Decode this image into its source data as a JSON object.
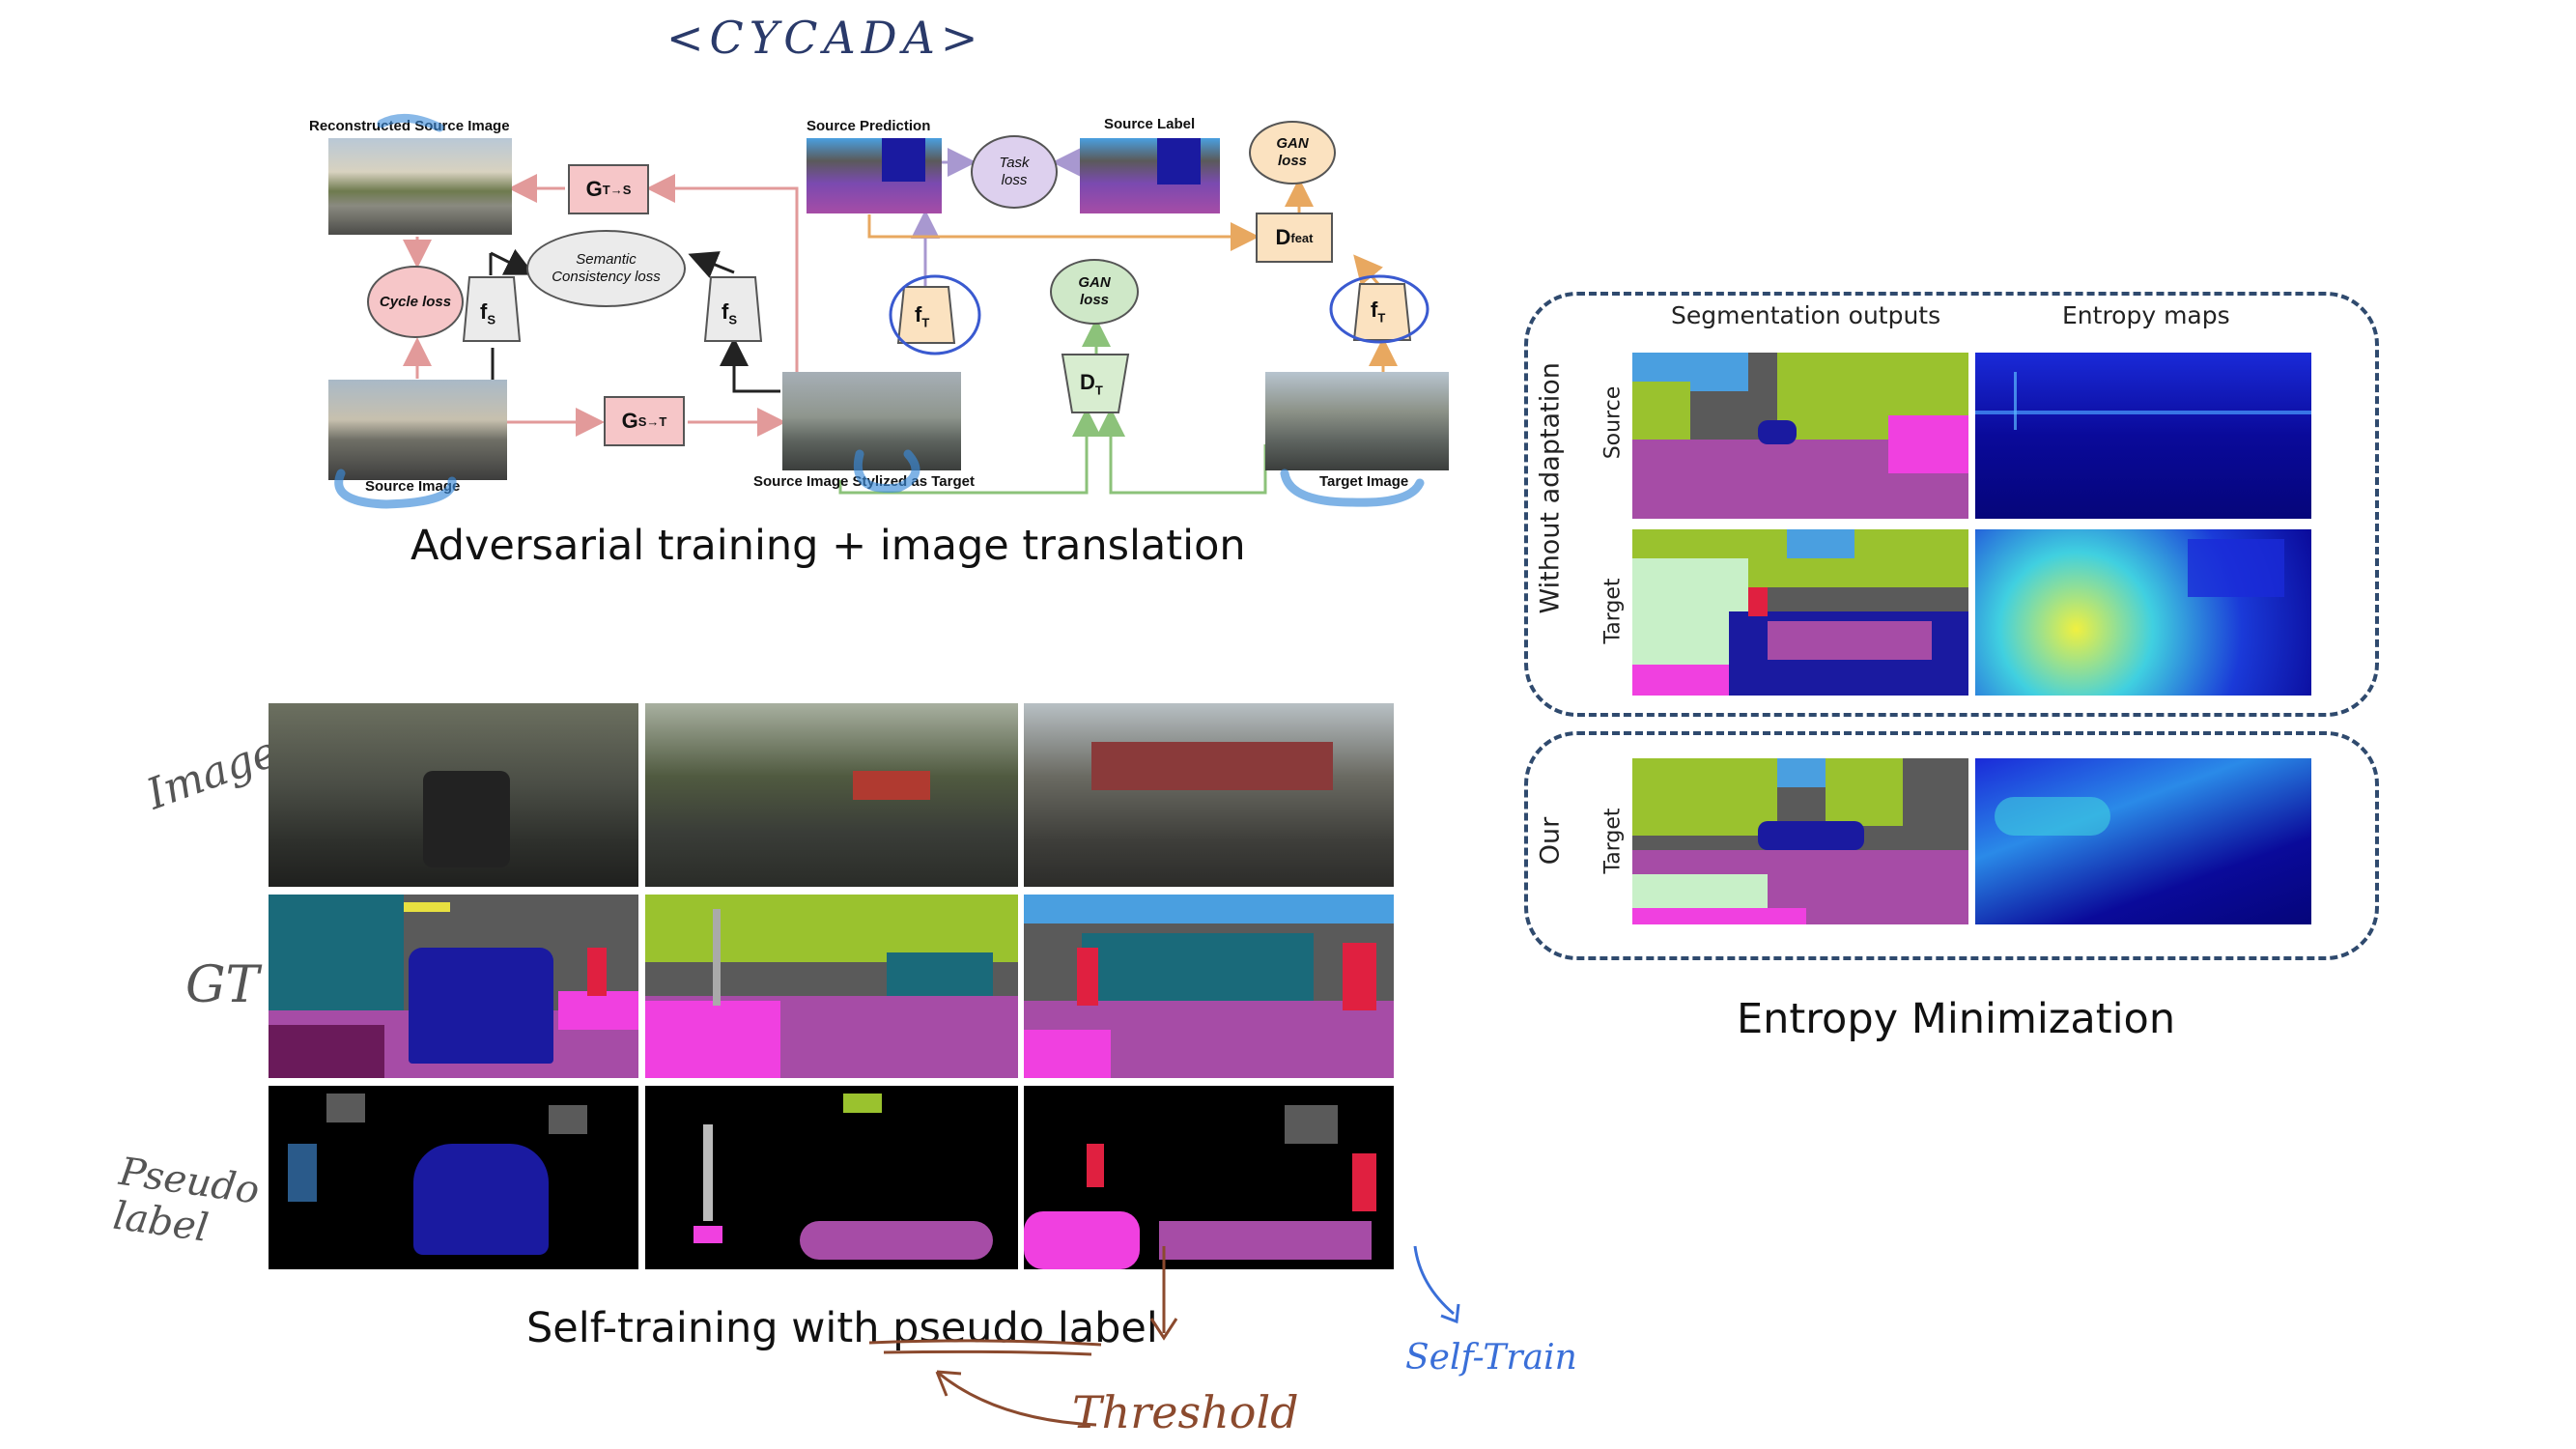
{
  "cycada": {
    "title": "<CYCADA>",
    "labels": {
      "reconstructed": "Reconstructed Source Image",
      "source_prediction": "Source Prediction",
      "source_label": "Source Label",
      "source_image": "Source Image",
      "stylized": "Source Image Stylized as Target",
      "target_image": "Target Image"
    },
    "boxes": {
      "g_ts_main": "G",
      "g_ts_sub": "T→S",
      "g_st_main": "G",
      "g_st_sub": "S→T",
      "d_feat_main": "D",
      "d_feat_sub": "feat",
      "d_t_main": "D",
      "d_t_sub": "T",
      "fs_main": "f",
      "fs_sub": "S",
      "ft_main": "f",
      "ft_sub": "T"
    },
    "ovals": {
      "cycle_loss": "Cycle loss",
      "semantic": "Semantic Consistency loss",
      "task_loss": "Task loss",
      "gan_loss": "GAN loss"
    },
    "caption": "Adversarial training + image translation"
  },
  "self_training": {
    "row_labels": [
      "Image",
      "GT",
      "Pseudo label"
    ],
    "caption": "Self-training with pseudo label",
    "annotation_threshold": "Threshold",
    "annotation_self": "Self-Train"
  },
  "entropy": {
    "col_headers": [
      "Segmentation outputs",
      "Entropy maps"
    ],
    "group_labels": [
      "Without adaptation",
      "Our"
    ],
    "row_labels": [
      "Source",
      "Target",
      "Target"
    ],
    "caption": "Entropy Minimization"
  },
  "colors": {
    "road": "#a64ca6",
    "car": "#1a1aa0",
    "vegetation": "#9ac22e",
    "sky": "#4a9fe0",
    "building": "#5a5a5a",
    "sidewalk": "#f040e0",
    "person": "#e02040",
    "terrain": "#c8f0c8",
    "entropy_low": "#0a0a9a",
    "entropy_high": "#f0f040",
    "loss_pink": "#f6c6c8",
    "loss_green": "#cfe8c8",
    "loss_purple": "#ddd0ee",
    "loss_orange": "#fbe2c0",
    "gen_pink": "#f6c6c8",
    "disc_orange": "#fbe2c0",
    "disc_green": "#d8edd0",
    "pen_blue": "#3a6fd8",
    "pen_brown": "#8b4a2e"
  }
}
